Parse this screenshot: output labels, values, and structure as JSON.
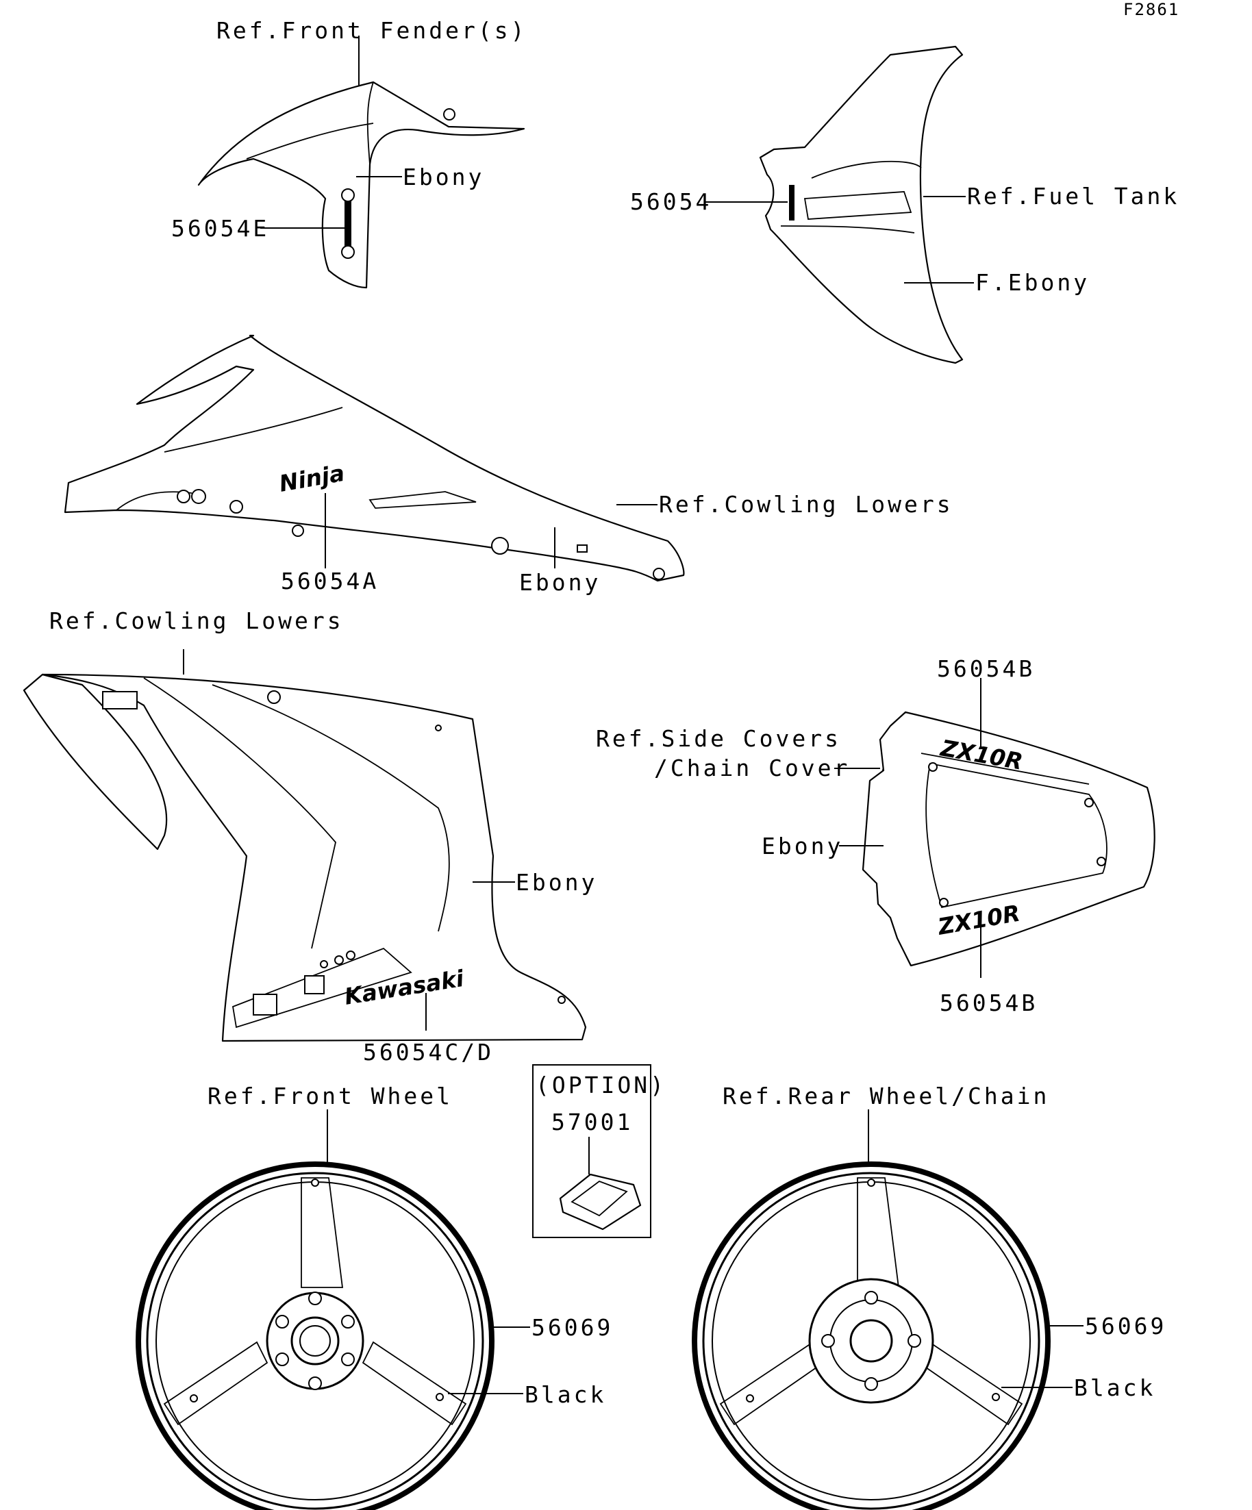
{
  "figure_id": "F2861",
  "labels": {
    "ref_front_fender": "Ref.Front Fender(s)",
    "fender_ebony": "Ebony",
    "part_56054E": "56054E",
    "part_56054": "56054",
    "ref_fuel_tank": "Ref.Fuel Tank",
    "f_ebony": "F.Ebony",
    "ref_cowling_lowers_1": "Ref.Cowling Lowers",
    "part_56054A": "56054A",
    "upper_cowl_ebony": "Ebony",
    "ref_cowling_lowers_2": "Ref.Cowling Lowers",
    "lower_cowl_ebony": "Ebony",
    "part_56054C_D": "56054C/D",
    "part_56054B_top": "56054B",
    "ref_side_covers": "Ref.Side Covers",
    "chain_cover": "/Chain Cover",
    "side_cover_ebony": "Ebony",
    "part_56054B_bottom": "56054B",
    "ref_front_wheel": "Ref.Front Wheel",
    "option": "(OPTION)",
    "part_57001": "57001",
    "ref_rear_wheel": "Ref.Rear Wheel/Chain",
    "front_56069": "56069",
    "front_black": "Black",
    "rear_56069": "56069",
    "rear_black": "Black"
  },
  "decals": {
    "ninja": "Ninja",
    "kawasaki": "Kawasaki",
    "zx10r_top": "ZX10R",
    "zx10r_bottom": "ZX10R"
  }
}
